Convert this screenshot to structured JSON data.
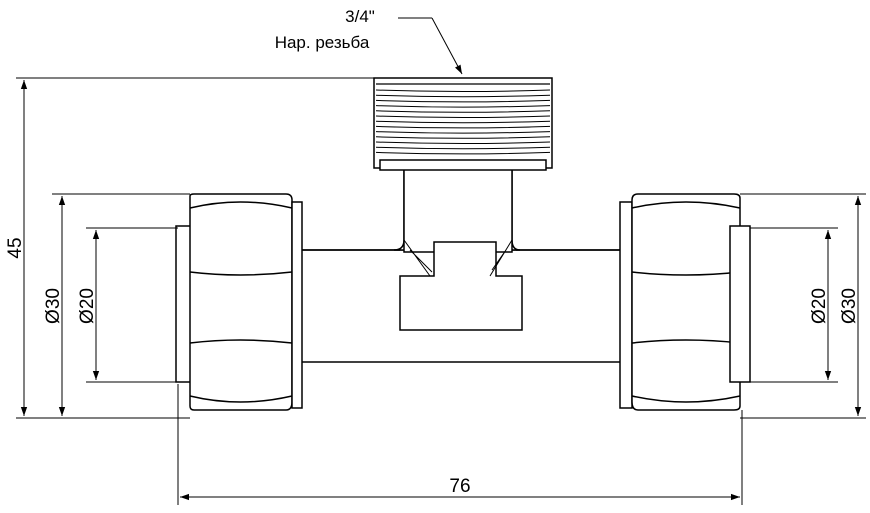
{
  "callout": {
    "line1": "3/4\"",
    "line2": "Нар. резьба"
  },
  "dimensions": {
    "height": "45",
    "left_outer": "Ø30",
    "left_inner": "Ø20",
    "right_inner": "Ø20",
    "right_outer": "Ø30",
    "width": "76"
  }
}
